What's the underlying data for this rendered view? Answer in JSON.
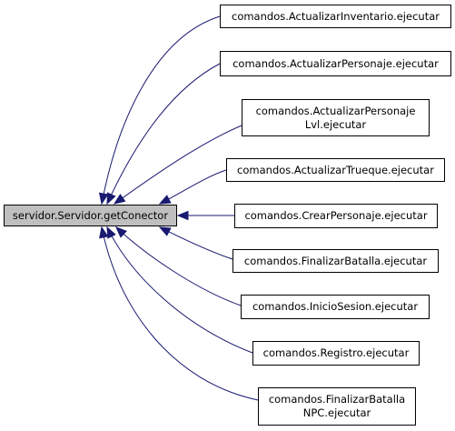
{
  "root": {
    "label": "servidor.Servidor.getConector"
  },
  "callers": [
    {
      "lines": [
        "comandos.ActualizarInventario.ejecutar"
      ]
    },
    {
      "lines": [
        "comandos.ActualizarPersonaje.ejecutar"
      ]
    },
    {
      "lines": [
        "comandos.ActualizarPersonaje",
        "Lvl.ejecutar"
      ]
    },
    {
      "lines": [
        "comandos.ActualizarTrueque.ejecutar"
      ]
    },
    {
      "lines": [
        "comandos.CrearPersonaje.ejecutar"
      ]
    },
    {
      "lines": [
        "comandos.FinalizarBatalla.ejecutar"
      ]
    },
    {
      "lines": [
        "comandos.InicioSesion.ejecutar"
      ]
    },
    {
      "lines": [
        "comandos.Registro.ejecutar"
      ]
    },
    {
      "lines": [
        "comandos.FinalizarBatalla",
        "NPC.ejecutar"
      ]
    }
  ],
  "colors": {
    "edge": "#191970",
    "root_fill": "#bfbfbf",
    "node_fill": "#ffffff",
    "border": "#000000"
  }
}
